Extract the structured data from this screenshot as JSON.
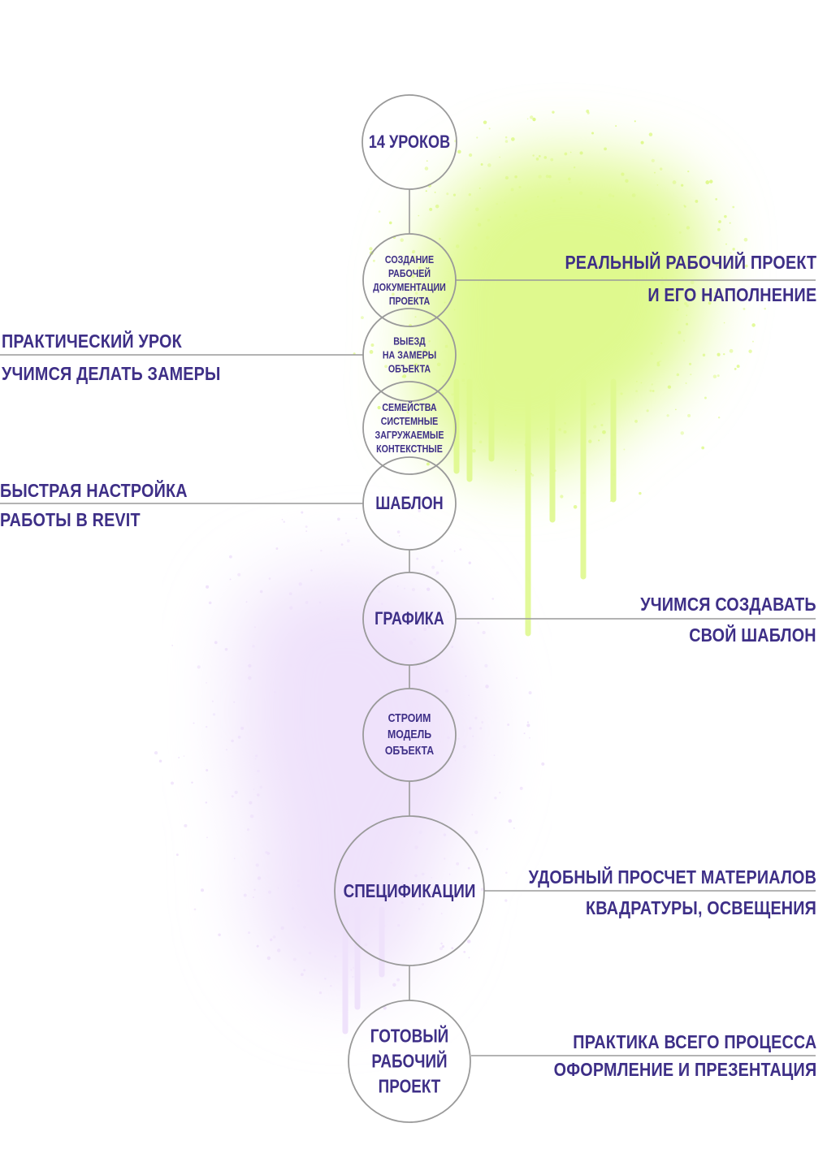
{
  "nodes": [
    {
      "id": "lessons",
      "lines": [
        "14 УРОКОВ"
      ]
    },
    {
      "id": "docs",
      "lines": [
        "СОЗДАНИЕ",
        "РАБОЧЕЙ",
        "ДОКУМЕНТАЦИИ",
        "ПРОЕКТА"
      ]
    },
    {
      "id": "measure",
      "lines": [
        "ВЫЕЗД",
        "НА ЗАМЕРЫ",
        "ОБЪЕКТА"
      ]
    },
    {
      "id": "families",
      "lines": [
        "СЕМЕЙСТВА",
        "СИСТЕМНЫЕ",
        "ЗАГРУЖАЕМЫЕ",
        "КОНТЕКСТНЫЕ"
      ]
    },
    {
      "id": "template",
      "lines": [
        "ШАБЛОН"
      ]
    },
    {
      "id": "graphics",
      "lines": [
        "ГРАФИКА"
      ]
    },
    {
      "id": "model",
      "lines": [
        "СТРОИМ",
        "МОДЕЛЬ",
        "ОБЪЕКТА"
      ]
    },
    {
      "id": "specs",
      "lines": [
        "СПЕЦИФИКАЦИИ"
      ]
    },
    {
      "id": "final",
      "lines": [
        "ГОТОВЫЙ",
        "РАБОЧИЙ",
        "ПРОЕКТ"
      ]
    }
  ],
  "annotations": {
    "real_project": {
      "line1": "РЕАЛЬНЫЙ РАБОЧИЙ ПРОЕКТ",
      "line2": "И ЕГО НАПОЛНЕНИЕ"
    },
    "practical": {
      "line1": "ПРАКТИЧЕСКИЙ УРОК",
      "line2": "УЧИМСЯ ДЕЛАТЬ ЗАМЕРЫ"
    },
    "quick_setup": {
      "line1": "БЫСТРАЯ НАСТРОЙКА",
      "line2": "РАБОТЫ В REVIT"
    },
    "own_template": {
      "line1": "УЧИМСЯ СОЗДАВАТЬ",
      "line2": "СВОЙ  ШАБЛОН"
    },
    "materials": {
      "line1": "УДОБНЫЙ  ПРОСЧЕТ МАТЕРИАЛОВ",
      "line2": "КВАДРАТУРЫ, ОСВЕЩЕНИЯ"
    },
    "practice": {
      "line1": "ПРАКТИКА ВСЕГО ПРОЦЕССА",
      "line2": "ОФОРМЛЕНИЕ И ПРЕЗЕНТАЦИЯ"
    }
  },
  "colors": {
    "text": "#3e2f87",
    "stroke": "#9a9a9a",
    "green_spray": "#dff98e",
    "lavender_spray": "#efe2fb"
  }
}
